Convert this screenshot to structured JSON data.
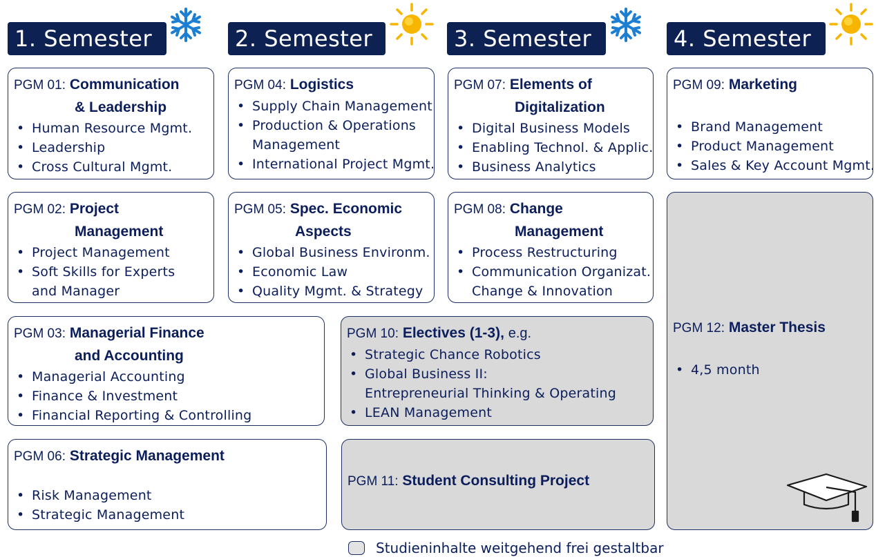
{
  "semesters": [
    {
      "label": "1. Semester",
      "season": "snowflake-icon"
    },
    {
      "label": "2. Semester",
      "season": "sun-icon"
    },
    {
      "label": "3. Semester",
      "season": "snowflake-icon"
    },
    {
      "label": "4. Semester",
      "season": "sun-icon"
    }
  ],
  "modules": {
    "pgm01": {
      "code": "PGM 01:",
      "name": "Communication",
      "name2": "& Leadership",
      "items": [
        "Human Resource Mgmt.",
        "Leadership",
        "Cross Cultural Mgmt."
      ]
    },
    "pgm02": {
      "code": "PGM 02:",
      "name": "Project",
      "name2": "Management",
      "items": [
        "Project Management",
        "Soft Skills for Experts",
        "and Manager"
      ]
    },
    "pgm03": {
      "code": "PGM 03:",
      "name": "Managerial Finance",
      "name2": "and Accounting",
      "items": [
        "Managerial Accounting",
        "Finance & Investment",
        "Financial Reporting & Controlling"
      ]
    },
    "pgm04": {
      "code": "PGM 04:",
      "name": "Logistics",
      "items": [
        "Supply Chain Management",
        "Production & Operations",
        "Management",
        "International Project Mgmt."
      ]
    },
    "pgm05": {
      "code": "PGM 05:",
      "name": "Spec. Economic",
      "name2": "Aspects",
      "items": [
        "Global Business Environm.",
        "Economic Law",
        "Quality Mgmt. & Strategy"
      ]
    },
    "pgm06": {
      "code": "PGM 06:",
      "name": "Strategic Management",
      "items": [
        "Risk Management",
        "Strategic Management"
      ]
    },
    "pgm07": {
      "code": "PGM 07:",
      "name": "Elements of",
      "name2": "Digitalization",
      "items": [
        "Digital Business Models",
        "Enabling Technol. & Applic.",
        "Business Analytics"
      ]
    },
    "pgm08": {
      "code": "PGM 08:",
      "name": "Change",
      "name2": "Management",
      "items": [
        "Process Restructuring",
        "Communication Organizat.",
        "Change & Innovation"
      ]
    },
    "pgm09": {
      "code": "PGM 09:",
      "name": "Marketing",
      "items": [
        "Brand Management",
        "Product Management",
        "Sales & Key Account Mgmt."
      ]
    },
    "pgm10": {
      "code": "PGM 10:",
      "name": "Electives (1-3),",
      "suffix": "e.g.",
      "items": [
        "Strategic Chance Robotics",
        "Global Business II:",
        "Entrepreneurial Thinking & Operating",
        "LEAN Management"
      ]
    },
    "pgm11": {
      "code": "PGM 11:",
      "name": "Student Consulting Project"
    },
    "pgm12": {
      "code": "PGM 12:",
      "name": "Master Thesis",
      "items": [
        "4,5 month"
      ]
    }
  },
  "legend": {
    "text": "Studieninhalte weitgehend frei gestaltbar"
  },
  "colors": {
    "header_bg": "#0d2152",
    "text": "#0b1e5b",
    "free_module_bg": "#d9d9d9",
    "border": "#1c2e63"
  },
  "icons": [
    "snowflake-icon",
    "sun-icon",
    "graduation-cap-icon"
  ]
}
